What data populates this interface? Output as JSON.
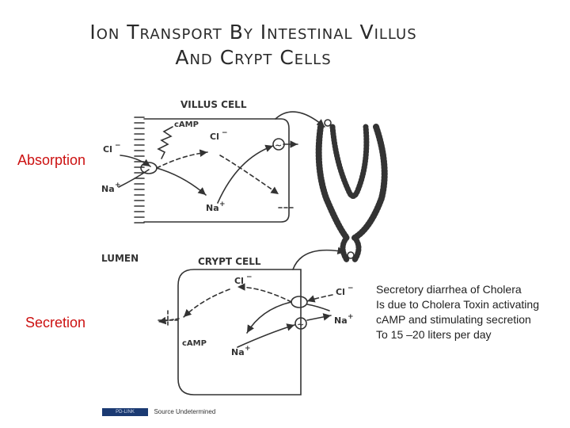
{
  "title": {
    "line1": "Ion Transport By Intestinal Villus",
    "line2": "And Crypt Cells"
  },
  "side_labels": {
    "absorption": "Absorption",
    "secretion": "Secretion"
  },
  "diagram_labels": {
    "villus_cell": "VILLUS CELL",
    "crypt_cell": "CRYPT CELL",
    "lumen": "LUMEN",
    "camp": "cAMP",
    "cl": "Cl",
    "cl_charge": "−",
    "na": "Na",
    "na_charge": "+",
    "pump_symbol": "~"
  },
  "caption": {
    "lines": [
      "Secretory diarrhea of Cholera",
      "Is due to Cholera Toxin activating",
      "cAMP and stimulating secretion",
      "To 15 –20 liters per day"
    ]
  },
  "footer": {
    "logo_text": "PD-LINK",
    "source": "Source Undetermined"
  },
  "colors": {
    "line": "#333333",
    "red_label": "#cc1111",
    "logo_bg": "#1b3a72"
  }
}
